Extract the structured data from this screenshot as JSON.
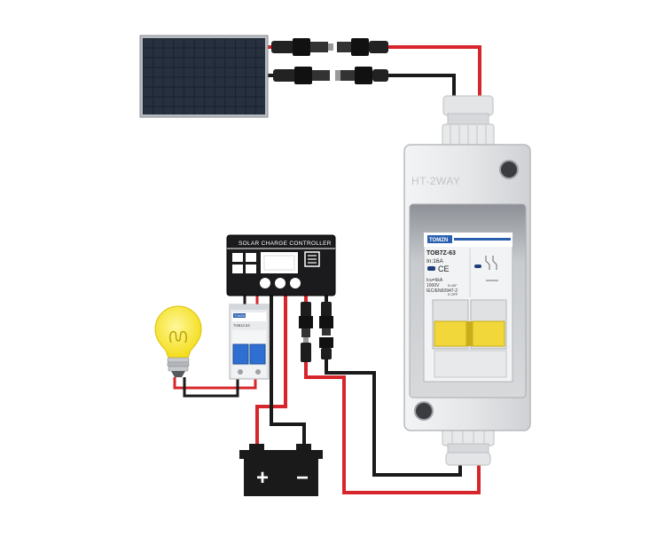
{
  "enclosure": {
    "brand_text": "HT-2WAY"
  },
  "breaker_main": {
    "brand": "TOMZN",
    "model": "TOB7Z-63",
    "rating": "In:16A",
    "spec_line1": "Icu=6kA",
    "spec_line2": "1000V",
    "spec_line3": "IEC/EN60947-2",
    "spec_line4": "ϑ=30°",
    "spec_line5": "0 OFF"
  },
  "controller": {
    "title": "SOLAR CHARGE CONTROLLER"
  },
  "breaker_small": {
    "brand": "TOMZN",
    "model": "TOB1Z-63"
  },
  "battery": {
    "plus": "+",
    "minus": "−"
  },
  "colors": {
    "positive_wire": "#d7262b",
    "negative_wire": "#1a1a1a",
    "enclosure_body": "#e9eaec",
    "breaker_lever": "#f2d73a",
    "small_breaker_lever": "#2f6fd1",
    "bulb": "#f5e62e",
    "panel_cells": "#1c2330"
  }
}
